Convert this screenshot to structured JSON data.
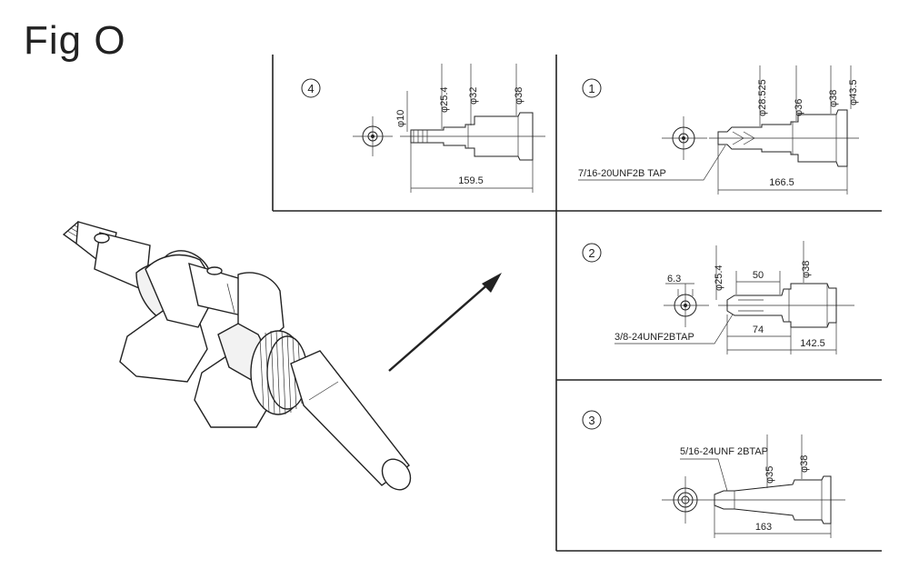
{
  "figure": {
    "title": "Fig O"
  },
  "panels": [
    {
      "number": "4",
      "diameters": [
        "φ10",
        "φ25.4",
        "φ32",
        "φ38"
      ],
      "length": "159.5",
      "tap": ""
    },
    {
      "number": "1",
      "diameters": [
        "φ28.525",
        "φ36",
        "φ38",
        "φ43.5"
      ],
      "length": "166.5",
      "tap": "7/16-20UNF2B TAP"
    },
    {
      "number": "2",
      "diameters": [
        "φ25.4",
        "φ38"
      ],
      "small_dim": "6.3",
      "length_a": "50",
      "length_b": "74",
      "length": "142.5",
      "tap": "3/8-24UNF2BTAP"
    },
    {
      "number": "3",
      "diameters": [
        "φ35",
        "φ38"
      ],
      "length": "163",
      "tap": "5/16-24UNF 2BTAP"
    }
  ],
  "colors": {
    "ink": "#222222",
    "background": "#ffffff"
  }
}
